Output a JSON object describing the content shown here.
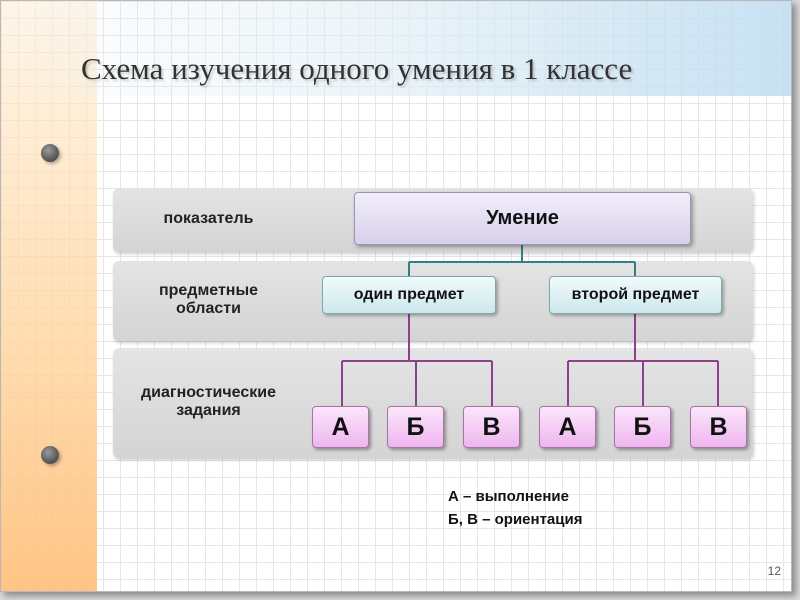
{
  "title": "Схема изучения одного умения в 1 классе",
  "rows": {
    "indicator_label": "показатель",
    "subject_label_line1": "предметные",
    "subject_label_line2": "области",
    "tasks_label_line1": "диагностические",
    "tasks_label_line2": "задания"
  },
  "skill": "Умение",
  "subjects": [
    "один предмет",
    "второй предмет"
  ],
  "tasks": [
    "А",
    "Б",
    "В",
    "А",
    "Б",
    "В"
  ],
  "legend": {
    "line1": "А – выполнение",
    "line2": "Б, В – ориентация"
  },
  "page_number": "12",
  "colors": {
    "skill_fill": "#d8d0ec",
    "subject_fill": "#cde8ec",
    "task_fill": "#eeb6ee",
    "connector_teal": "#2f7f84",
    "connector_purple": "#8e3f8e",
    "band_fill": "#d9d9d9"
  }
}
